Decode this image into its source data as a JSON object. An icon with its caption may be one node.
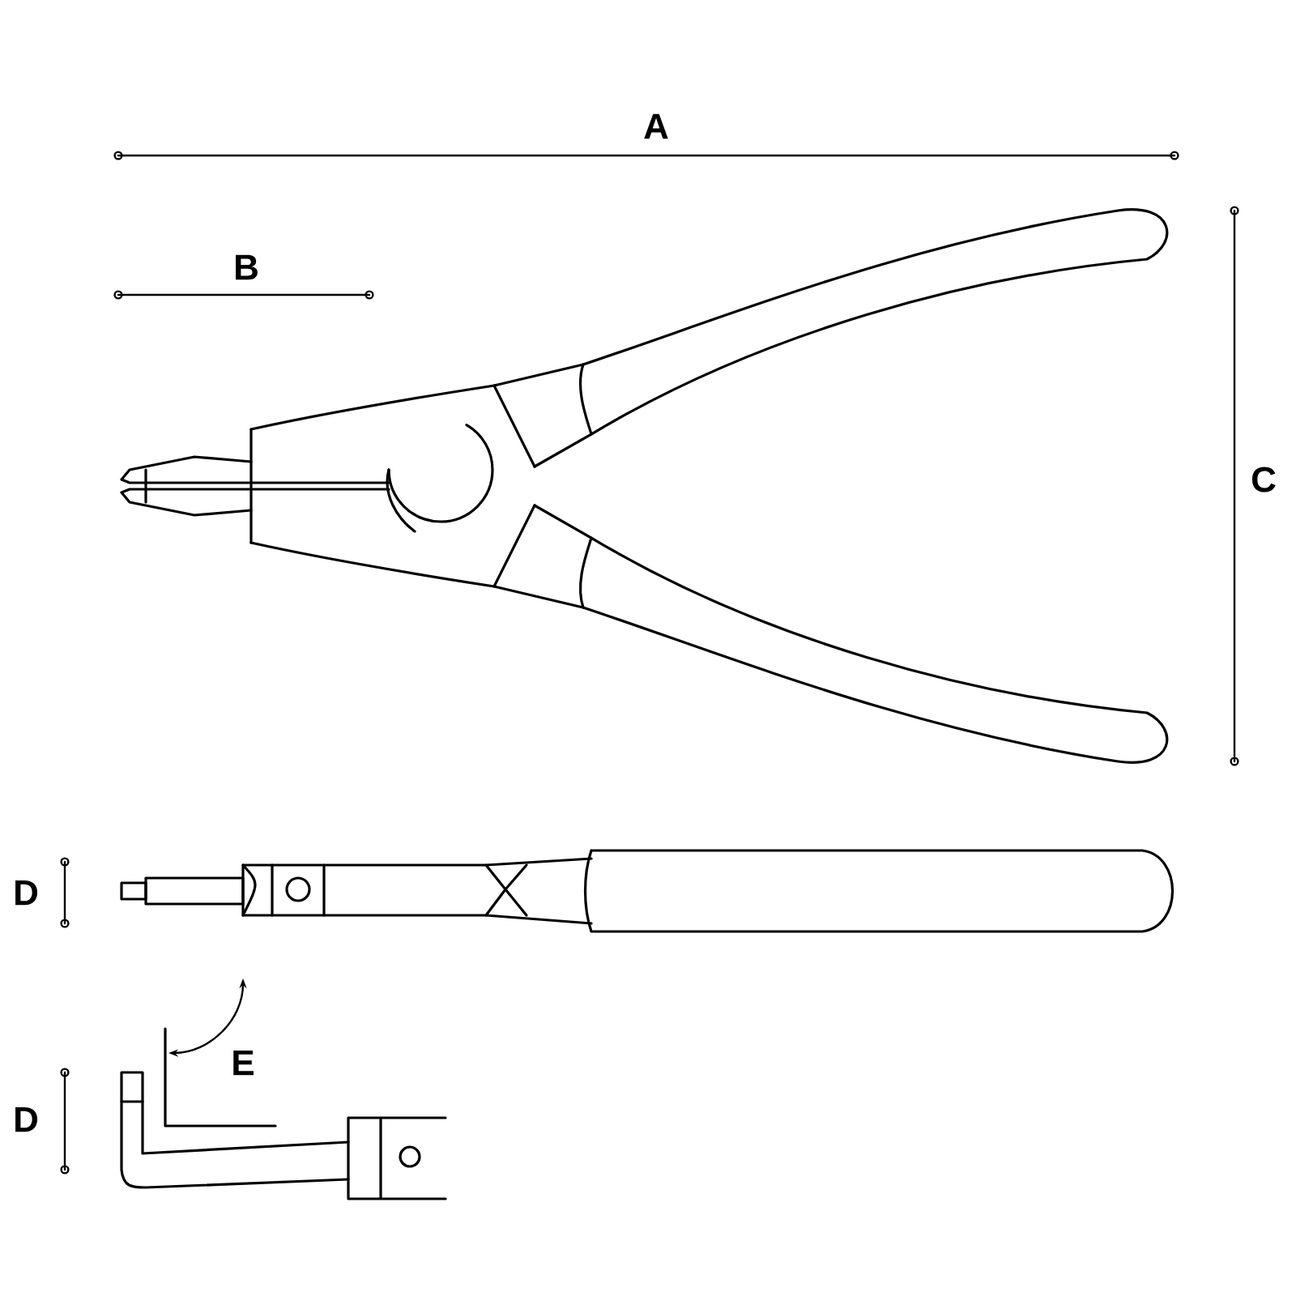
{
  "diagram": {
    "labels": [
      "A",
      "B",
      "C",
      "D",
      "D",
      "E"
    ]
  }
}
